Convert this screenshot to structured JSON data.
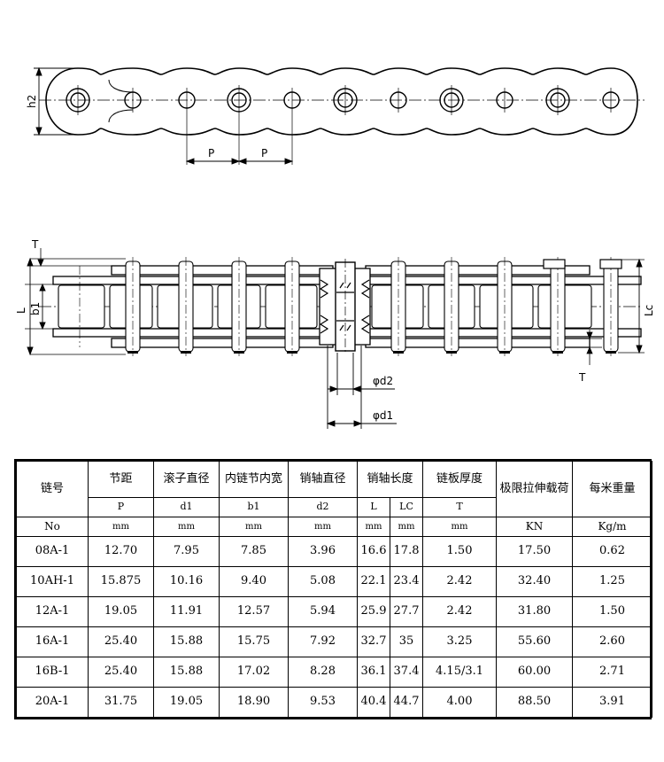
{
  "drawing": {
    "top_view_labels": {
      "height_label": "h2",
      "pitch_label_1": "P",
      "pitch_label_2": "P"
    },
    "side_view_labels": {
      "plate_thickness_top": "T",
      "overall_length": "L",
      "inner_width": "b1",
      "connecting_length": "Lc",
      "plate_thickness_bottom": "T",
      "pin_diameter": "φd2",
      "roller_diameter": "φd1"
    }
  },
  "table": {
    "headers": [
      "链号",
      "节距",
      "滚子直径",
      "内链节内宽",
      "销轴直径",
      "销轴长度",
      "链板厚度",
      "极限拉伸载荷",
      "每米重量"
    ],
    "header_cols": {
      "no": "No",
      "pitch": "P",
      "roller": "d1",
      "inner": "b1",
      "pin": "d2",
      "L": "L",
      "LC": "LC",
      "T": "T",
      "load_unit": "KN",
      "weight_unit": "Kg/m"
    },
    "units": [
      "mm",
      "mm",
      "mm",
      "mm",
      "mm",
      "mm",
      "mm"
    ],
    "rows": [
      {
        "no": "08A-1",
        "p": "12.70",
        "d1": "7.95",
        "b1": "7.85",
        "d2": "3.96",
        "L": "16.6",
        "LC": "17.8",
        "T": "1.50",
        "load": "17.50",
        "weight": "0.62"
      },
      {
        "no": "10AH-1",
        "p": "15.875",
        "d1": "10.16",
        "b1": "9.40",
        "d2": "5.08",
        "L": "22.1",
        "LC": "23.4",
        "T": "2.42",
        "load": "32.40",
        "weight": "1.25"
      },
      {
        "no": "12A-1",
        "p": "19.05",
        "d1": "11.91",
        "b1": "12.57",
        "d2": "5.94",
        "L": "25.9",
        "LC": "27.7",
        "T": "2.42",
        "load": "31.80",
        "weight": "1.50"
      },
      {
        "no": "16A-1",
        "p": "25.40",
        "d1": "15.88",
        "b1": "15.75",
        "d2": "7.92",
        "L": "32.7",
        "LC": "35",
        "T": "3.25",
        "load": "55.60",
        "weight": "2.60"
      },
      {
        "no": "16B-1",
        "p": "25.40",
        "d1": "15.88",
        "b1": "17.02",
        "d2": "8.28",
        "L": "36.1",
        "LC": "37.4",
        "T": "4.15/3.1",
        "load": "60.00",
        "weight": "2.71"
      },
      {
        "no": "20A-1",
        "p": "31.75",
        "d1": "19.05",
        "b1": "18.90",
        "d2": "9.53",
        "L": "40.4",
        "LC": "44.7",
        "T": "4.00",
        "load": "88.50",
        "weight": "3.91"
      }
    ]
  }
}
